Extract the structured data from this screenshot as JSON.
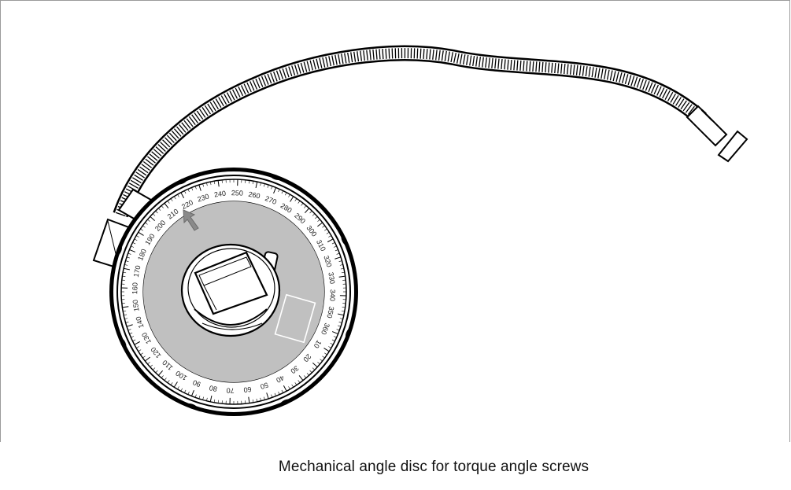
{
  "caption": "Mechanical angle disc for torque angle screws",
  "dial": {
    "labels": [
      "130",
      "140",
      "150",
      "160",
      "170",
      "180",
      "190",
      "200",
      "210",
      "220",
      "230",
      "240",
      "250",
      "260",
      "270",
      "280",
      "290",
      "300",
      "310",
      "320",
      "330",
      "340",
      "350",
      "360",
      "10",
      "20",
      "30",
      "40",
      "50",
      "60",
      "70",
      "80",
      "90",
      "100",
      "110",
      "120"
    ]
  },
  "colors": {
    "face": "#c0c0c0",
    "line": "#000000",
    "background": "#ffffff"
  }
}
